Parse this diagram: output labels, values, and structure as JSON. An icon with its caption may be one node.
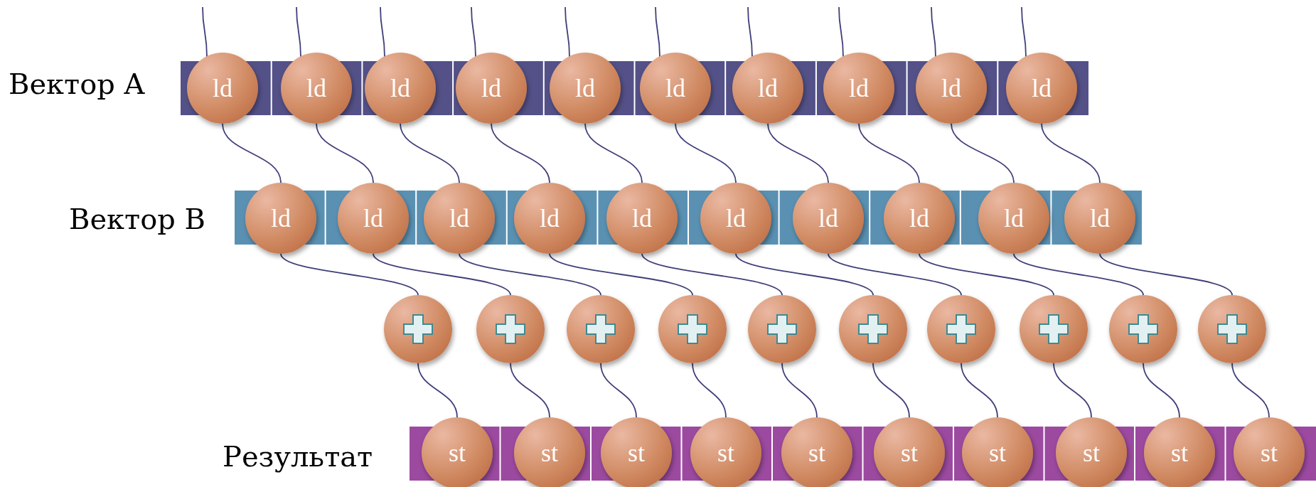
{
  "diagram": {
    "nodes": [
      {
        "text": [
          "ld"
        ]
      },
      {
        "text": [
          "ld"
        ]
      },
      {
        "text": [
          "ld"
        ]
      },
      {
        "text": [
          "ld"
        ]
      },
      {
        "text": [
          "ld"
        ]
      },
      {
        "text": [
          "ld"
        ]
      },
      {
        "text": [
          "ld"
        ]
      },
      {
        "text": [
          "ld"
        ]
      },
      {
        "text": [
          "ld"
        ]
      },
      {
        "text": [
          "ld"
        ]
      },
      {
        "text": [
          "ld"
        ]
      },
      {
        "text": [
          "ld"
        ]
      },
      {
        "text": [
          "ld"
        ]
      },
      {
        "text": [
          "ld"
        ]
      },
      {
        "text": [
          "ld"
        ]
      },
      {
        "text": [
          "ld"
        ]
      },
      {
        "text": [
          "ld"
        ]
      },
      {
        "text": [
          "ld"
        ]
      },
      {
        "text": [
          "ld"
        ]
      },
      {
        "text": [
          "ld"
        ]
      },
      {
        "text": [],
        "shape": "circle"
      },
      {
        "text": [],
        "shape": "circle"
      },
      {
        "text": [],
        "shape": "circle"
      },
      {
        "text": [],
        "shape": "circle"
      },
      {
        "text": [],
        "shape": "circle"
      },
      {
        "text": [],
        "shape": "circle"
      },
      {
        "text": [],
        "shape": "circle"
      },
      {
        "text": [],
        "shape": "circle"
      },
      {
        "text": [],
        "shape": "circle"
      },
      {
        "text": [],
        "shape": "circle"
      },
      {
        "text": [
          "st"
        ]
      },
      {
        "text": [
          "st"
        ]
      },
      {
        "text": [
          "st"
        ]
      },
      {
        "text": [
          "st"
        ]
      },
      {
        "text": [
          "st"
        ]
      },
      {
        "text": [
          "st"
        ]
      },
      {
        "text": [
          "st"
        ]
      },
      {
        "text": [
          "st"
        ]
      },
      {
        "text": [
          "st"
        ]
      },
      {
        "text": [
          "st"
        ]
      }
    ],
    "edges": [
      {
        "from": null,
        "to": 0,
        "arrow": "none"
      },
      {
        "from": null,
        "to": 1,
        "arrow": "none"
      },
      {
        "from": null,
        "to": 2,
        "arrow": "none"
      },
      {
        "from": null,
        "to": 3,
        "arrow": "none"
      },
      {
        "from": null,
        "to": 4,
        "arrow": "none"
      },
      {
        "from": null,
        "to": 5,
        "arrow": "none"
      },
      {
        "from": null,
        "to": 6,
        "arrow": "none"
      },
      {
        "from": null,
        "to": 7,
        "arrow": "none"
      },
      {
        "from": null,
        "to": 8,
        "arrow": "none"
      },
      {
        "from": null,
        "to": 9,
        "arrow": "none"
      },
      {
        "from": 0,
        "to": 10,
        "arrow": "none"
      },
      {
        "from": 1,
        "to": 11,
        "arrow": "none"
      },
      {
        "from": 2,
        "to": 12,
        "arrow": "none"
      },
      {
        "from": 3,
        "to": 13,
        "arrow": "none"
      },
      {
        "from": 4,
        "to": 14,
        "arrow": "none"
      },
      {
        "from": 5,
        "to": 15,
        "arrow": "none"
      },
      {
        "from": 6,
        "to": 16,
        "arrow": "none"
      },
      {
        "from": 7,
        "to": 17,
        "arrow": "none"
      },
      {
        "from": 8,
        "to": 18,
        "arrow": "none"
      },
      {
        "from": 9,
        "to": 19,
        "arrow": "none"
      },
      {
        "from": 10,
        "to": 20,
        "arrow": "none"
      },
      {
        "from": 11,
        "to": 21,
        "arrow": "none"
      },
      {
        "from": 12,
        "to": 22,
        "arrow": "none"
      },
      {
        "from": 13,
        "to": 23,
        "arrow": "none"
      },
      {
        "from": 14,
        "to": 24,
        "arrow": "none"
      },
      {
        "from": 15,
        "to": 25,
        "arrow": "none"
      },
      {
        "from": 16,
        "to": 26,
        "arrow": "none"
      },
      {
        "from": 17,
        "to": 27,
        "arrow": "none"
      },
      {
        "from": 18,
        "to": 28,
        "arrow": "none"
      },
      {
        "from": 19,
        "to": 29,
        "arrow": "none"
      },
      {
        "from": 20,
        "to": 30,
        "arrow": "none"
      },
      {
        "from": 21,
        "to": 31,
        "arrow": "none"
      },
      {
        "from": 22,
        "to": 32,
        "arrow": "none"
      },
      {
        "from": 23,
        "to": 33,
        "arrow": "none"
      },
      {
        "from": 24,
        "to": 34,
        "arrow": "none"
      },
      {
        "from": 25,
        "to": 35,
        "arrow": "none"
      },
      {
        "from": 26,
        "to": 36,
        "arrow": "none"
      },
      {
        "from": 27,
        "to": 37,
        "arrow": "none"
      },
      {
        "from": 28,
        "to": 38,
        "arrow": "none"
      },
      {
        "from": 29,
        "to": 39,
        "arrow": "none"
      }
    ],
    "labels": [
      "Вектор A",
      "Вектор B",
      "Результат"
    ]
  }
}
